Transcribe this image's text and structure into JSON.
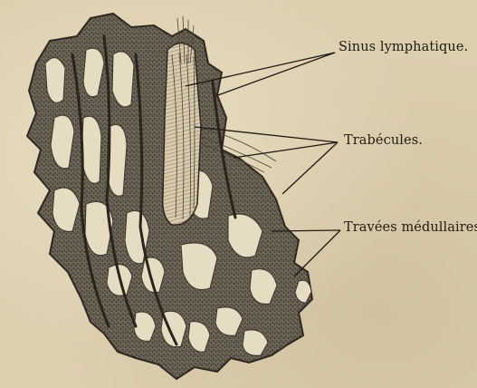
{
  "labels": {
    "sinus": "Sinus lymphatique.",
    "trabecules": "Trabécules.",
    "travees": "Travées médullaires."
  },
  "colors": {
    "paper": "#dccfae",
    "tissue": "#5c5448",
    "sinus_fill": "#e6dcc1",
    "ink": "#1e1a14"
  }
}
